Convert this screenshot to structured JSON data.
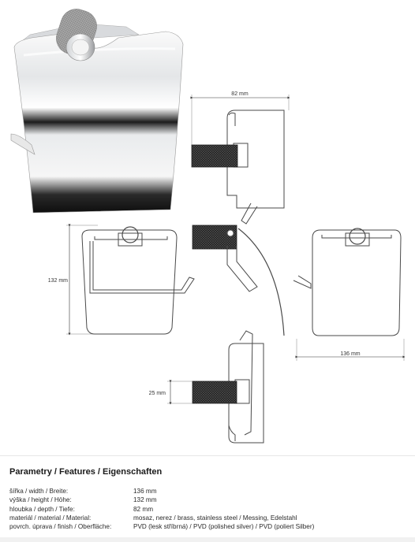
{
  "dimensions": {
    "depth": "82 mm",
    "height": "132 mm",
    "width": "136 mm",
    "hole": "25 mm"
  },
  "specs": {
    "title": "Parametry / Features / Eigenschaften",
    "rows": [
      {
        "label": "šířka / width / Breite:",
        "value": "136 mm"
      },
      {
        "label": "výška / height / Höhe:",
        "value": "132 mm"
      },
      {
        "label": "hloubka / depth / Tiefe:",
        "value": "82 mm"
      },
      {
        "label": "materiál / material / Material:",
        "value": "mosaz, nerez / brass, stainless steel / Messing, Edelstahl"
      },
      {
        "label": "povrch. úprava / finish / Oberfläche:",
        "value": "PVD (lesk stříbrná) / PVD (polished silver) / PVD (poliert Silber)"
      }
    ]
  },
  "colors": {
    "chrome_light": "#f4f5f6",
    "chrome_dark": "#1a1a1a",
    "knurl": "#1c1c1c",
    "line": "#4a4a4a"
  }
}
